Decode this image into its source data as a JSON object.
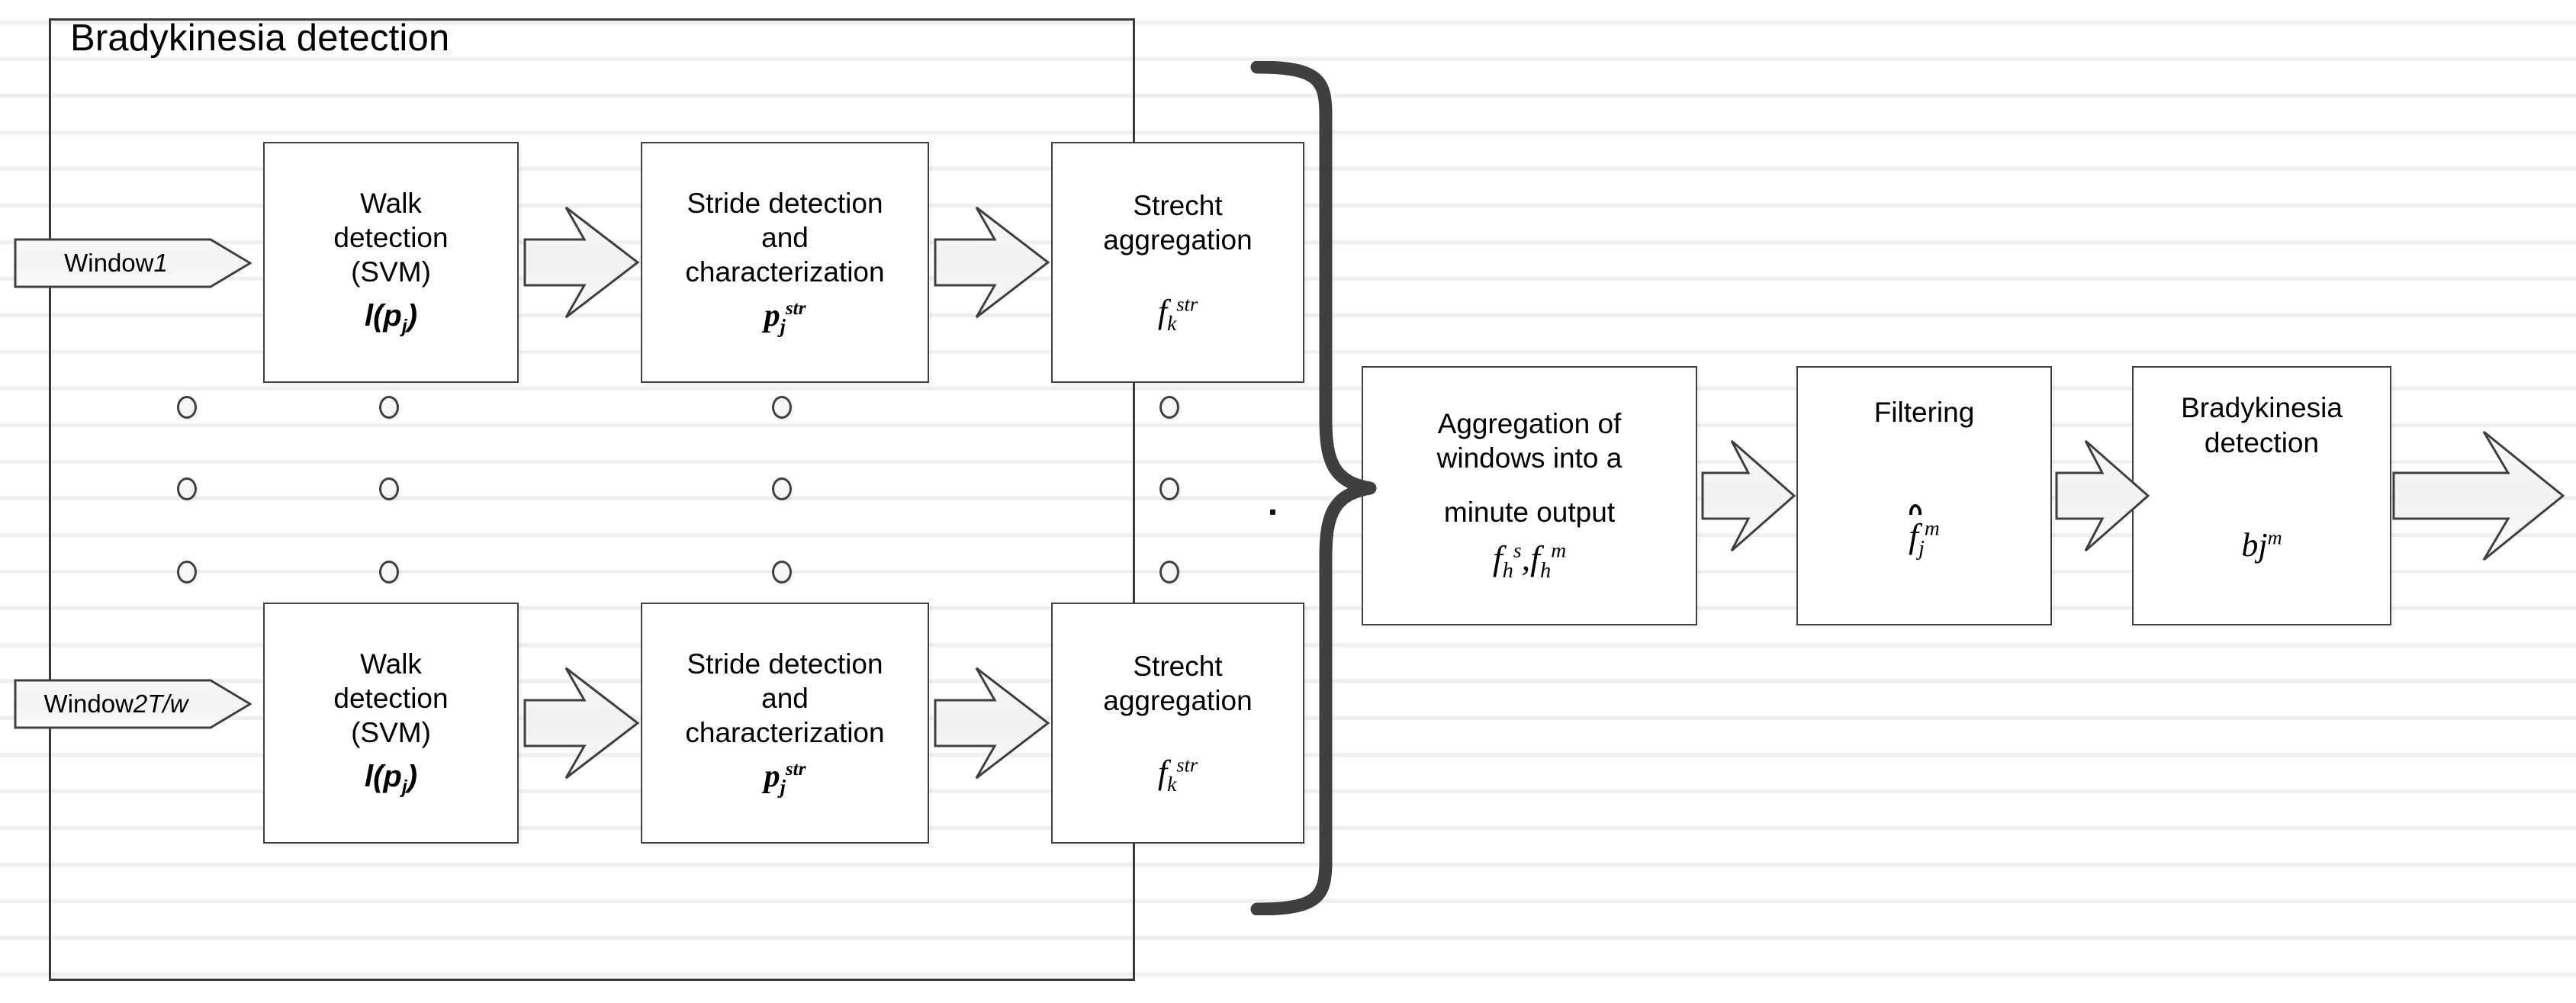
{
  "diagram": {
    "title": "Bradykinesia detection",
    "frame": {
      "label": "outer-frame"
    },
    "inputs": [
      {
        "name": "window-1",
        "text_plain": "Window ",
        "text_italic": "1"
      },
      {
        "name": "window-2t-w",
        "text_plain": "Window ",
        "text_italic": "2T/w"
      }
    ],
    "pipeline_rows": [
      {
        "row": "top",
        "stages": [
          {
            "name": "walk-detection",
            "lines": [
              "Walk",
              "detection",
              "(SVM)"
            ],
            "formula": "l(pj)"
          },
          {
            "name": "stride-detection",
            "lines": [
              "Stride detection",
              "and",
              "characterization"
            ],
            "formula": "pj str"
          },
          {
            "name": "strecht-aggregation",
            "lines": [
              "Strecht",
              "aggregation"
            ],
            "formula": "fk str"
          }
        ]
      },
      {
        "row": "bottom",
        "stages": [
          {
            "name": "walk-detection",
            "lines": [
              "Walk",
              "detection",
              "(SVM)"
            ],
            "formula": "l(pj)"
          },
          {
            "name": "stride-detection",
            "lines": [
              "Stride detection",
              "and",
              "characterization"
            ],
            "formula": "pj str"
          },
          {
            "name": "strecht-aggregation",
            "lines": [
              "Strecht",
              "aggregation"
            ],
            "formula": "fk str"
          }
        ]
      }
    ],
    "stage_labels": {
      "walk_l1": "Walk",
      "walk_l2": "detection",
      "walk_l3": "(SVM)",
      "stride_l1": "Stride detection",
      "stride_l2": "and",
      "stride_l3": "characterization",
      "strecht_l1": "Strecht",
      "strecht_l2": "aggregation",
      "agg_l1": "Aggregation of",
      "agg_l2": "windows into a",
      "agg_l3": "minute output",
      "filtering_l1": "Filtering",
      "brady_l1": "Bradykinesia",
      "brady_l2": "detection"
    },
    "formulas": {
      "walk": {
        "base": "l(",
        "vec": "p",
        "sub": "j",
        "close": ")"
      },
      "stride": {
        "vec": "p",
        "sub": "j",
        "sup": "str"
      },
      "strecht": {
        "base": "f",
        "sub": "k",
        "sup": "str"
      },
      "aggregation": {
        "base1": "f",
        "sub1": "h",
        "sup1": "s",
        "sep": ",",
        "base2": "f",
        "sub2": "h",
        "sup2": "m"
      },
      "filtering": {
        "base": "f",
        "sub": "j",
        "sup": "m",
        "accent": "hat"
      },
      "bradykinesia": {
        "base": "bj",
        "sup": "m"
      }
    },
    "merge_boxes": [
      {
        "name": "aggregation-of-windows"
      },
      {
        "name": "filtering"
      },
      {
        "name": "bradykinesia-detection"
      }
    ],
    "brace": {
      "name": "merge-brace",
      "orientation": "right-pointing"
    },
    "ellipsis_dots": {
      "rows": 3,
      "columns": 4,
      "glyph": "circle"
    },
    "colors": {
      "frame_stroke": "#3a3a3a",
      "box_stroke": "#404040",
      "arrow_fill": "#f4f4f4",
      "arrow_stroke": "#3f3f3f",
      "rule_line": "#efefef",
      "text": "#000000"
    }
  }
}
